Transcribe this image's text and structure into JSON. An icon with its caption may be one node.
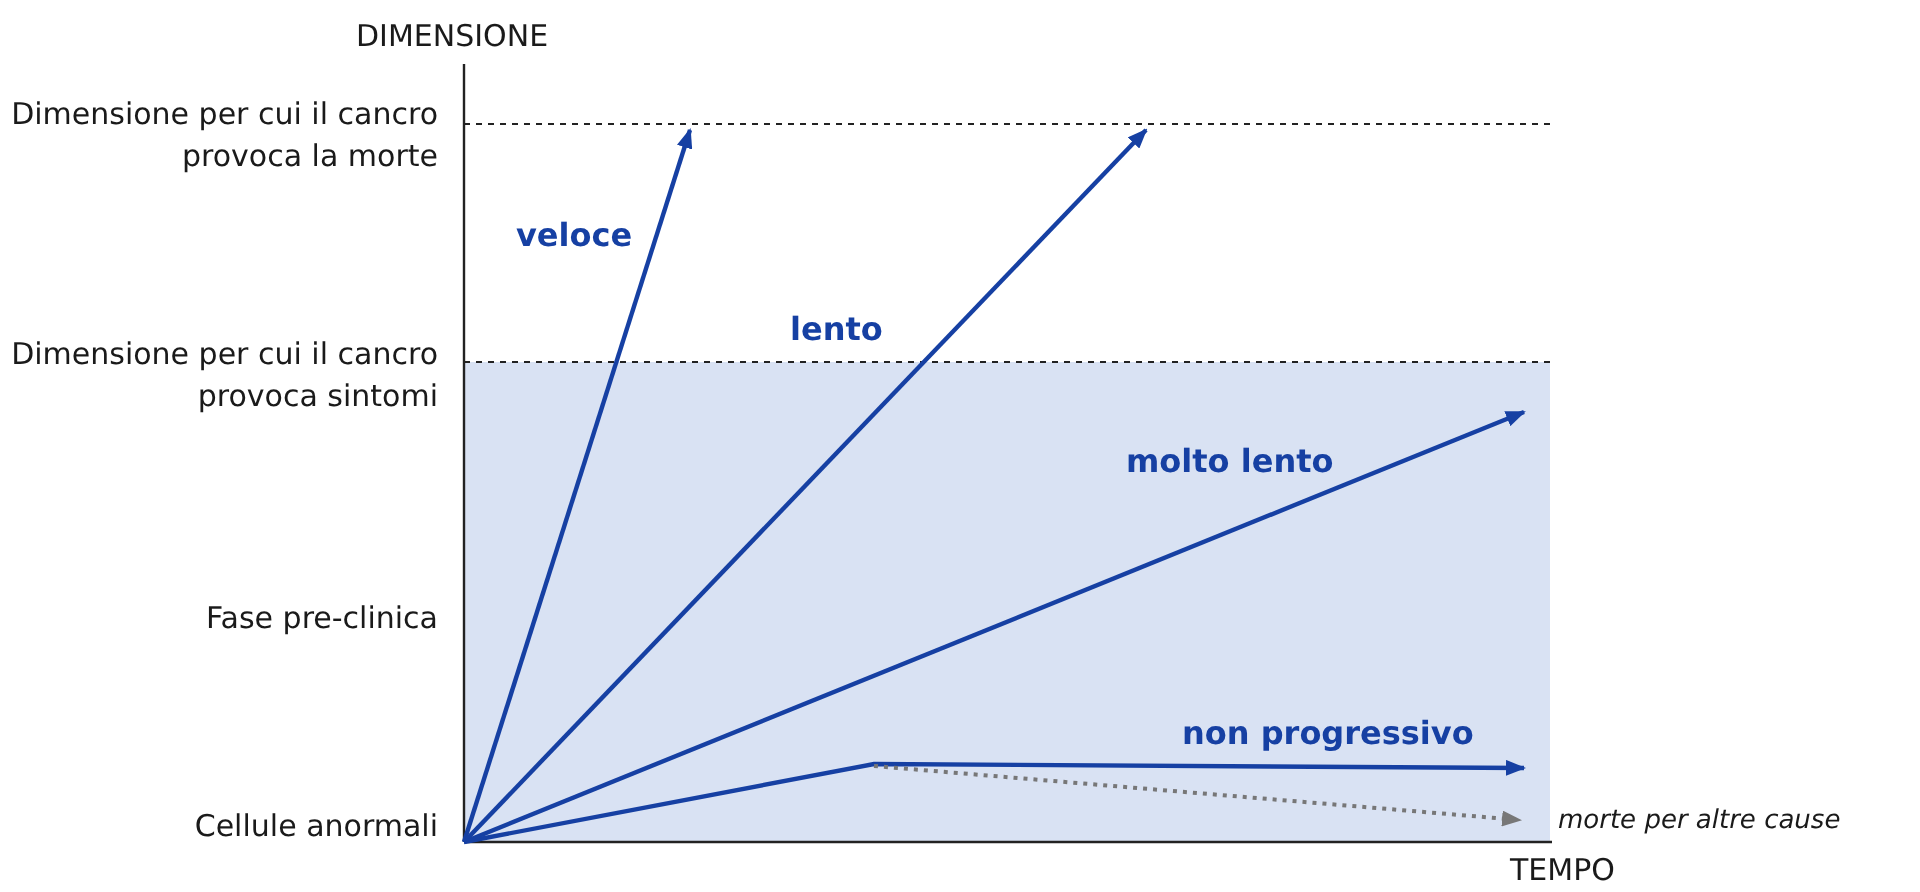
{
  "diagram": {
    "labels": [
      "DIMENSIONE",
      "Dimensione per cui il cancro provoca la morte",
      "veloce",
      "lento",
      "Dimensione per cui il cancro provoca sintomi",
      "molto lento",
      "Fase pre-clinica",
      "non progressivo",
      "Cellule anormali",
      "morte per altre cause",
      "TEMPO"
    ]
  }
}
